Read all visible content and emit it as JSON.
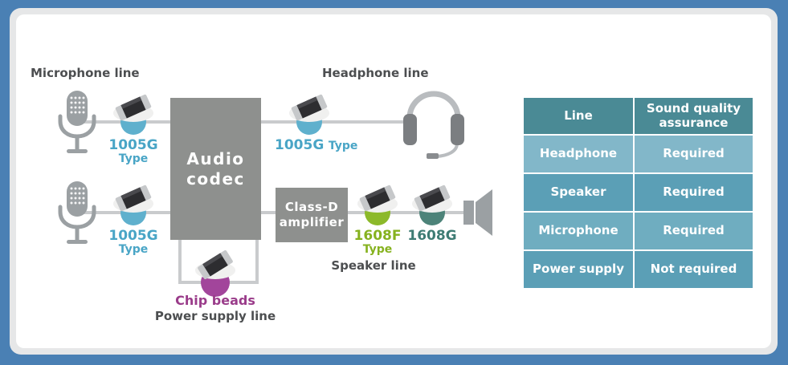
{
  "diagram": {
    "section_labels": {
      "microphone": "Microphone line",
      "headphone": "Headphone line",
      "speaker": "Speaker line",
      "power_supply": "Power supply line"
    },
    "blocks": {
      "audio_codec": {
        "line1": "Audio",
        "line2": "codec"
      },
      "class_d": {
        "line1": "Class-D",
        "line2": "amplifier"
      }
    },
    "beads": {
      "mic1": {
        "code": "1005G",
        "type": "Type"
      },
      "headphone": {
        "code": "1005G",
        "type": "Type"
      },
      "mic2": {
        "code": "1005G",
        "type": "Type"
      },
      "speaker_f": {
        "code": "1608F",
        "type": "Type"
      },
      "speaker_g": {
        "code": "1608G"
      },
      "power": {
        "label": "Chip beads"
      }
    },
    "colors": {
      "frame_blue": "#4a80b4",
      "bead_blue": "#5fb0cd",
      "bead_green": "#8cb92a",
      "bead_teal": "#4d8379",
      "bead_purple": "#a2459b",
      "text_blue": "#49a5c6",
      "text_green": "#86b21f",
      "text_teal": "#3e7c74",
      "text_purple": "#9a3c8a"
    }
  },
  "table": {
    "headers": [
      "Line",
      "Sound quality assurance"
    ],
    "colors": {
      "header": "#4a8a95",
      "row1": "#82b7c9",
      "row2": "#5b9fb6",
      "row3": "#6fadc0",
      "row4": "#5b9fb6"
    },
    "rows": [
      {
        "line": "Headphone",
        "assurance": "Required"
      },
      {
        "line": "Speaker",
        "assurance": "Required"
      },
      {
        "line": "Microphone",
        "assurance": "Required"
      },
      {
        "line": "Power supply",
        "assurance": "Not required"
      }
    ]
  }
}
